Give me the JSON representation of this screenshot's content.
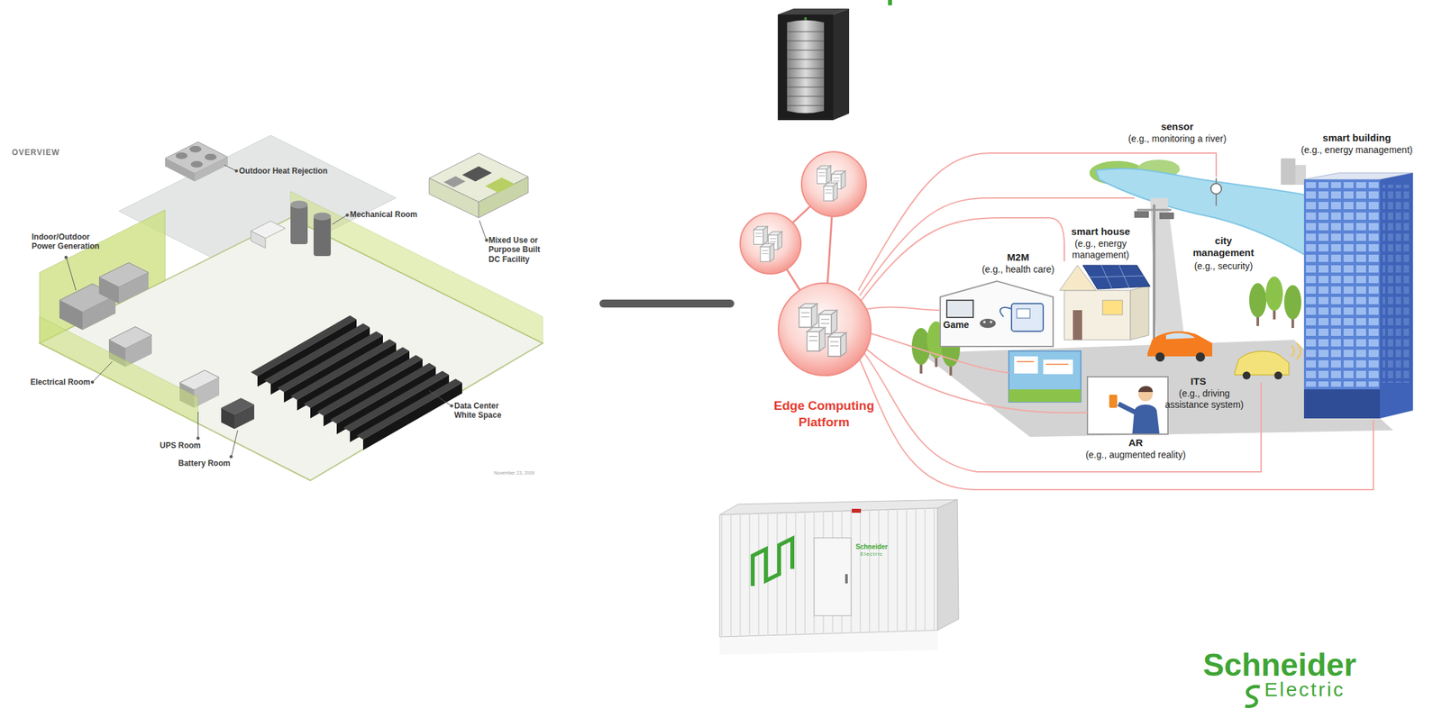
{
  "diagram": {
    "nodes": [
      {
        "text": [
          "Edge Computing Platform"
        ]
      }
    ],
    "labels": [
      "OVERVIEW",
      "Outdoor Heat Rejection",
      "Mechanical Room",
      "Indoor/Outdoor Power Generation",
      "Mixed Use or Purpose Built DC Facility",
      "Electrical Room",
      "Data Center White Space",
      "UPS Room",
      "Battery Room",
      "November 23, 2009",
      "sensor",
      "(e.g., monitoring a river)",
      "smart building",
      "(e.g., energy management)",
      "smart house",
      "(e.g., energy management)",
      "M2M",
      "(e.g., health care)",
      "city management",
      "(e.g., security)",
      "Game",
      "ITS",
      "(e.g., driving assistance system)",
      "AR",
      "(e.g., augmented reality)",
      "Schneider",
      "Electric",
      "Schneider",
      "Electric"
    ]
  }
}
